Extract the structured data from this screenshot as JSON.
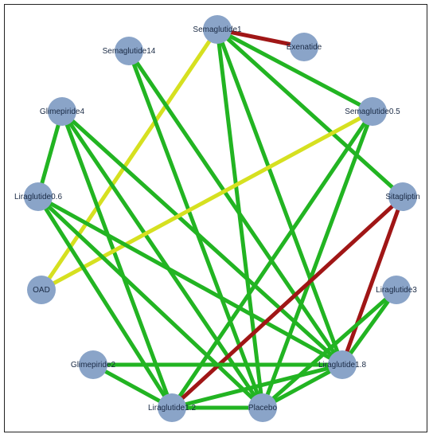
{
  "colors": {
    "frame": "#222222",
    "node_fill": "#8aa4c8",
    "label": "#1a2a44",
    "edge_types": {
      "green": "#22b422",
      "yellow": "#d6e020",
      "red": "#a01616"
    }
  },
  "nodes": [
    {
      "id": "sema1",
      "label": "Semaglutide1"
    },
    {
      "id": "exen",
      "label": "Exenatide"
    },
    {
      "id": "sema14",
      "label": "Semaglutide14"
    },
    {
      "id": "glim4",
      "label": "Glimepiride4"
    },
    {
      "id": "sema05",
      "label": "Semaglutide0.5"
    },
    {
      "id": "lira06",
      "label": "Liraglutide0.6"
    },
    {
      "id": "sita",
      "label": "Sitagliptin"
    },
    {
      "id": "oad",
      "label": "OAD"
    },
    {
      "id": "lira3",
      "label": "Liraglutide3"
    },
    {
      "id": "glim2",
      "label": "Glimepiride2"
    },
    {
      "id": "lira18",
      "label": "Liraglutide1.8"
    },
    {
      "id": "lira12",
      "label": "Liraglutide1.2"
    },
    {
      "id": "placebo",
      "label": "Placebo"
    }
  ],
  "edges": [
    {
      "from": "sema1",
      "to": "exen",
      "type": "red"
    },
    {
      "from": "sema1",
      "to": "sema05",
      "type": "green"
    },
    {
      "from": "sema1",
      "to": "sita",
      "type": "green"
    },
    {
      "from": "sema1",
      "to": "placebo",
      "type": "green"
    },
    {
      "from": "sema1",
      "to": "lira18",
      "type": "green"
    },
    {
      "from": "sema1",
      "to": "oad",
      "type": "yellow"
    },
    {
      "from": "sema14",
      "to": "placebo",
      "type": "green"
    },
    {
      "from": "sema14",
      "to": "lira18",
      "type": "green"
    },
    {
      "from": "glim4",
      "to": "lira06",
      "type": "green"
    },
    {
      "from": "glim4",
      "to": "lira12",
      "type": "green"
    },
    {
      "from": "glim4",
      "to": "placebo",
      "type": "green"
    },
    {
      "from": "glim4",
      "to": "lira18",
      "type": "green"
    },
    {
      "from": "sema05",
      "to": "oad",
      "type": "yellow"
    },
    {
      "from": "sema05",
      "to": "placebo",
      "type": "green"
    },
    {
      "from": "sema05",
      "to": "lira12",
      "type": "green"
    },
    {
      "from": "lira06",
      "to": "lira18",
      "type": "green"
    },
    {
      "from": "lira06",
      "to": "placebo",
      "type": "green"
    },
    {
      "from": "lira06",
      "to": "lira12",
      "type": "green"
    },
    {
      "from": "sita",
      "to": "lira12",
      "type": "red"
    },
    {
      "from": "sita",
      "to": "lira18",
      "type": "red"
    },
    {
      "from": "lira3",
      "to": "lira18",
      "type": "green"
    },
    {
      "from": "lira3",
      "to": "placebo",
      "type": "green"
    },
    {
      "from": "glim2",
      "to": "lira18",
      "type": "green"
    },
    {
      "from": "glim2",
      "to": "lira12",
      "type": "green"
    },
    {
      "from": "lira12",
      "to": "placebo",
      "type": "green"
    },
    {
      "from": "lira12",
      "to": "lira18",
      "type": "green"
    },
    {
      "from": "placebo",
      "to": "lira18",
      "type": "green"
    }
  ]
}
